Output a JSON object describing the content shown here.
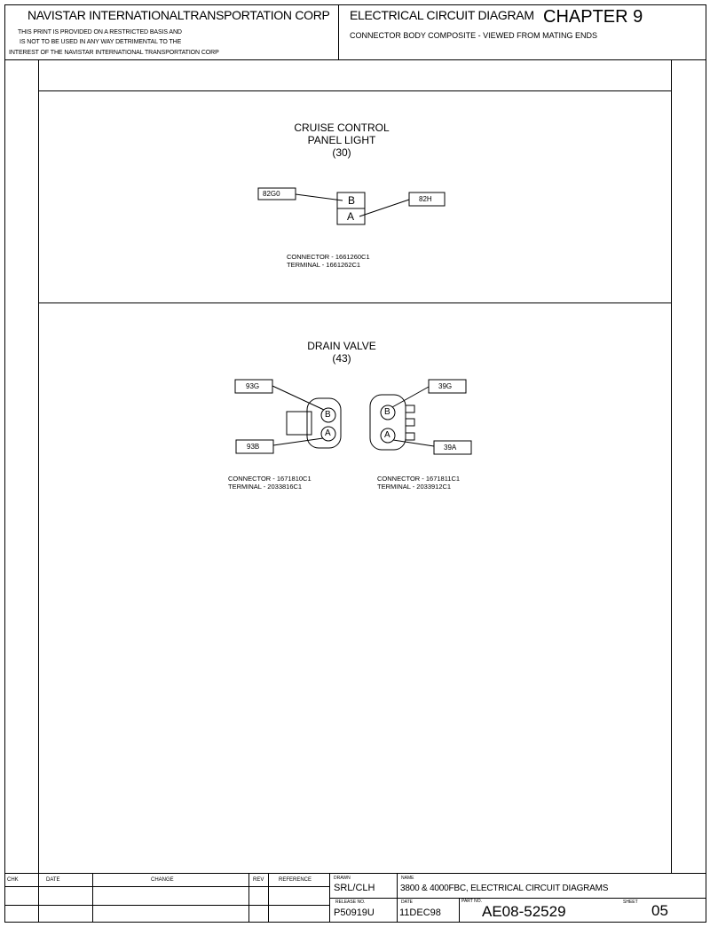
{
  "header": {
    "company_title": "NAVISTAR INTERNATIONALTRANSPORTATION CORP",
    "restriction_lines": [
      "THIS PRINT IS PROVIDED ON A RESTRICTED BASIS AND",
      "IS NOT TO BE USED IN ANY WAY DETRIMENTAL TO THE",
      "INTEREST OF THE NAVISTAR INTERNATIONAL TRANSPORTATION CORP"
    ],
    "diagram_title": "ELECTRICAL CIRCUIT DIAGRAM",
    "chapter": "CHAPTER 9",
    "subtitle": "CONNECTOR BODY COMPOSITE - VIEWED FROM MATING ENDS"
  },
  "sections": {
    "cruise": {
      "title_line1": "CRUISE CONTROL",
      "title_line2": "PANEL LIGHT",
      "number": "(30)",
      "pins": [
        "B",
        "A"
      ],
      "wires": [
        "82G0",
        "82H"
      ],
      "connector": "CONNECTOR - 1661260C1",
      "terminal": "TERMINAL - 1661262C1"
    },
    "drain": {
      "title": "DRAIN VALVE",
      "number": "(43)",
      "left": {
        "pins": [
          "B",
          "A"
        ],
        "wires": [
          "93G",
          "93B"
        ],
        "connector": "CONNECTOR - 1671810C1",
        "terminal": "TERMINAL - 2033816C1"
      },
      "right": {
        "pins": [
          "B",
          "A"
        ],
        "wires": [
          "39G",
          "39A"
        ],
        "connector": "CONNECTOR - 1671811C1",
        "terminal": "TERMINAL - 2033912C1"
      }
    }
  },
  "title_block": {
    "labels": {
      "chk": "CHK",
      "date": "DATE",
      "change": "CHANGE",
      "rev": "REV",
      "reference": "REFERENCE",
      "drawn": "DRAWN",
      "name": "NAME",
      "release_no": "RELEASE NO.",
      "date2": "DATE",
      "part_no": "PART NO.",
      "sheet": "SHEET"
    },
    "drawn_by": "SRL/CLH",
    "name": "3800 & 4000FBC, ELECTRICAL CIRCUIT DIAGRAMS",
    "release_no": "P50919U",
    "date": "11DEC98",
    "part_no": "AE08-52529",
    "sheet": "05"
  }
}
